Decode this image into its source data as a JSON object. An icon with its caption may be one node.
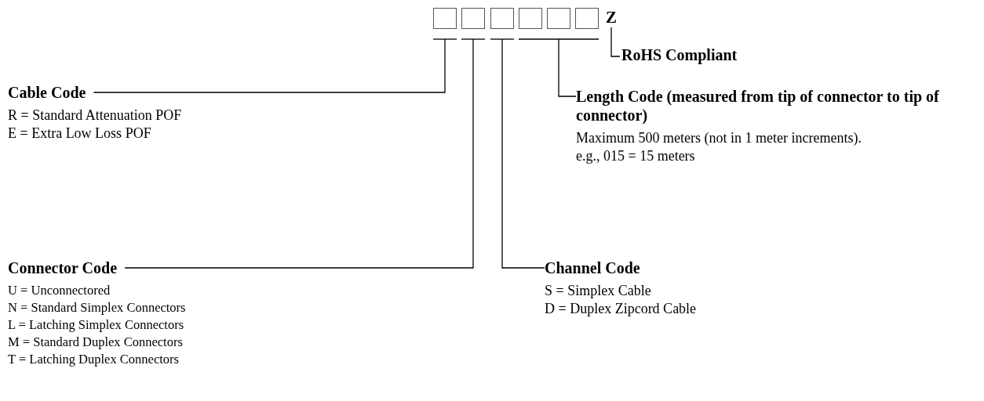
{
  "diagram": {
    "nodes": [
      {
        "text": [],
        "shape": "box"
      },
      {
        "text": [],
        "shape": "box"
      },
      {
        "text": [],
        "shape": "box"
      },
      {
        "text": [],
        "shape": "box"
      },
      {
        "text": [],
        "shape": "box"
      },
      {
        "text": [],
        "shape": "box"
      },
      {
        "text": [
          "Z"
        ]
      },
      {
        "text": [
          "RoHS Compliant"
        ]
      },
      {
        "text": [
          "Cable Code",
          "R = Standard Attenuation POF",
          "E = Extra Low Loss POF"
        ]
      },
      {
        "text": [
          "Length Code (measured from tip of connector to tip of connector)",
          "Maximum 500 meters (not in 1 meter increments).",
          "e.g., 015 = 15 meters"
        ]
      },
      {
        "text": [
          "Connector Code",
          "U = Unconnectored",
          "N = Standard Simplex Connectors",
          "L = Latching Simplex Connectors",
          "M = Standard Duplex Connectors",
          "T = Latching Duplex Connectors"
        ]
      },
      {
        "text": [
          "Channel Code",
          "S = Simplex Cable",
          "D = Duplex Zipcord Cable"
        ]
      }
    ],
    "edges": [
      {
        "from": 8,
        "to": 0,
        "arrow": "none"
      },
      {
        "from": 10,
        "to": 1,
        "arrow": "none"
      },
      {
        "from": 11,
        "to": 2,
        "arrow": "none"
      },
      {
        "from": 9,
        "to": 4,
        "arrow": "none"
      },
      {
        "from": 7,
        "to": 6,
        "arrow": "none"
      }
    ]
  }
}
